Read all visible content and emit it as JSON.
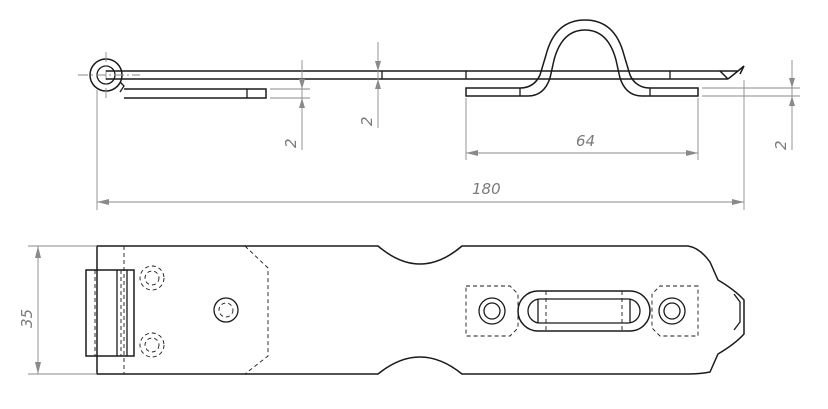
{
  "drawing": {
    "dimensions": {
      "overall_length": "180",
      "slot_spacing": "64",
      "width": "35",
      "thickness_left": "2",
      "thickness_mid": "2",
      "thickness_right": "2"
    },
    "colors": {
      "line": "#1a1a1a",
      "dimension": "#8a8a8a",
      "background": "#ffffff"
    }
  }
}
